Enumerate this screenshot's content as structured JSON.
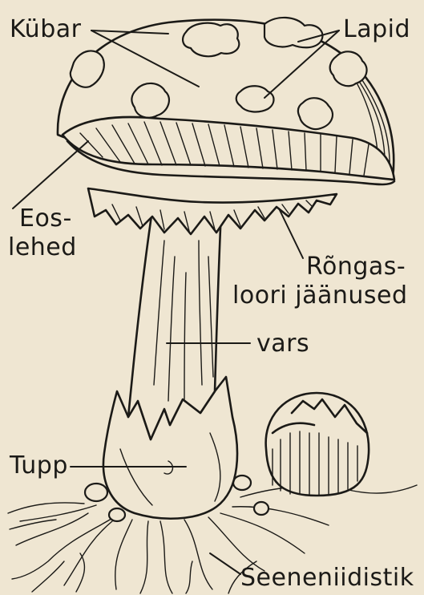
{
  "labels": {
    "cap": "Kübar",
    "scales": "Lapid",
    "gills_line1": "Eos-",
    "gills_line2": "lehed",
    "ring_line1": "Rõngas-",
    "ring_line2": "loori jäänused",
    "stem": "vars",
    "volva": "Tupp",
    "mycelium": "Seeneniidistik"
  },
  "colors": {
    "paper": "#efe6d2",
    "ink": "#1b1a17"
  }
}
